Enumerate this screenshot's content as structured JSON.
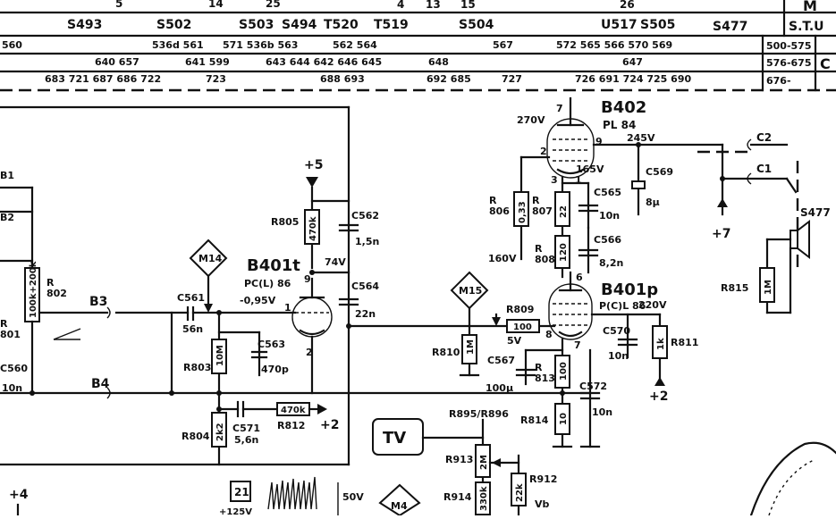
{
  "header": {
    "top_numbers": [
      {
        "id": "n5",
        "text": "5"
      },
      {
        "id": "n14",
        "text": "14"
      },
      {
        "id": "n25",
        "text": "25"
      },
      {
        "id": "n4",
        "text": "4"
      },
      {
        "id": "n13",
        "text": "13"
      },
      {
        "id": "n15",
        "text": "15"
      },
      {
        "id": "n26",
        "text": "26"
      }
    ],
    "switch_row": [
      {
        "id": "s493",
        "text": "S493"
      },
      {
        "id": "s502",
        "text": "S502"
      },
      {
        "id": "s503",
        "text": "S503"
      },
      {
        "id": "s494",
        "text": "S494"
      },
      {
        "id": "t520",
        "text": "T520"
      },
      {
        "id": "t519",
        "text": "T519"
      },
      {
        "id": "s504",
        "text": "S504"
      },
      {
        "id": "u517",
        "text": "U517"
      },
      {
        "id": "s505",
        "text": "S505"
      },
      {
        "id": "s477",
        "text": "S477"
      }
    ],
    "row1": [
      {
        "id": "r1a",
        "text": "560"
      },
      {
        "id": "r1b",
        "text": "536d  561"
      },
      {
        "id": "r1c",
        "text": "571  536b  563"
      },
      {
        "id": "r1d",
        "text": "562  564"
      },
      {
        "id": "r1e",
        "text": "567"
      },
      {
        "id": "r1f",
        "text": "572  565  566  570  569"
      }
    ],
    "row2": [
      {
        "id": "r2a",
        "text": "640  657"
      },
      {
        "id": "r2b",
        "text": "641  599"
      },
      {
        "id": "r2c",
        "text": "643  644  642  646  645"
      },
      {
        "id": "r2d",
        "text": "648"
      },
      {
        "id": "r2e",
        "text": "647"
      }
    ],
    "row3": [
      {
        "id": "r3a",
        "text": "683  721  687  686  722"
      },
      {
        "id": "r3b",
        "text": "723"
      },
      {
        "id": "r3c",
        "text": "688  693"
      },
      {
        "id": "r3d",
        "text": "692  685"
      },
      {
        "id": "r3e",
        "text": "727"
      },
      {
        "id": "r3f",
        "text": "726  691  724  725  690"
      }
    ],
    "index": {
      "m": "M",
      "stu": "S.T.U",
      "c": "C",
      "r1": "500-575",
      "r2": "576-675",
      "r3": "676-"
    }
  },
  "labels": {
    "b402": "B402",
    "pl84": "PL 84",
    "v270": "270V",
    "v245": "245V",
    "v165": "165V",
    "v160": "160V",
    "v74": "74V",
    "v095": "-0,95V",
    "v220": "220V",
    "v5": "5V",
    "p5": "+5",
    "p7": "+7",
    "p2a": "+2",
    "p2b": "+2",
    "p4": "+4",
    "b401t": "B401t",
    "pcl86a": "PC(L) 86",
    "b401p": "B401p",
    "pcl86b": "P(C)L 86",
    "m14": "M14",
    "m15": "M15",
    "m4": "M4",
    "tv": "TV",
    "n21": "21",
    "v50": "50V",
    "v125": "+125V",
    "vb": "Vb",
    "b3": "B3",
    "b4": "B4",
    "b1": "B1",
    "b2": "B2",
    "r802": "R\n802",
    "r801": "R\n801",
    "r802v": "100k+200k",
    "c560": "C560",
    "c560v": "10n",
    "c561": "C561",
    "c561v": "56n",
    "c562": "C562",
    "c562v": "1,5n",
    "c563": "C563",
    "c563v": "470p",
    "c564": "C564",
    "c564v": "22n",
    "c565": "C565",
    "c565v": "10n",
    "c566": "C566",
    "c566v": "8,2n",
    "c567": "C567",
    "c567v": "100µ",
    "c569": "C569",
    "c569v": "8µ",
    "c570": "C570",
    "c570v": "10n",
    "c571": "C571",
    "c571v": "5,6n",
    "c572": "C572",
    "c572v": "10n",
    "c1": "C1",
    "c2": "C2",
    "r803": "R803",
    "r803v": "10M",
    "r804": "R804",
    "r804v": "2k2",
    "r805": "R805",
    "r805v": "470k",
    "r806": "R\n806",
    "r806v": "0,33",
    "r807": "R\n807",
    "r807v": "22",
    "r808": "R\n808",
    "r808v": "120",
    "r809": "R809",
    "r809v": "100",
    "r810": "R810",
    "r810v": "1M",
    "r811": "R811",
    "r811v": "1k",
    "r812": "R812",
    "r812v": "470k",
    "r813": "R\n813",
    "r813v": "100",
    "r814": "R814",
    "r814v": "10",
    "r815": "R815",
    "r815v": "1M",
    "r895": "R895/R896",
    "r912": "R912",
    "r912v": "22k",
    "r913": "R913",
    "r913v": "2M",
    "r914": "R914",
    "r914v": "330k",
    "s477": "S477"
  }
}
